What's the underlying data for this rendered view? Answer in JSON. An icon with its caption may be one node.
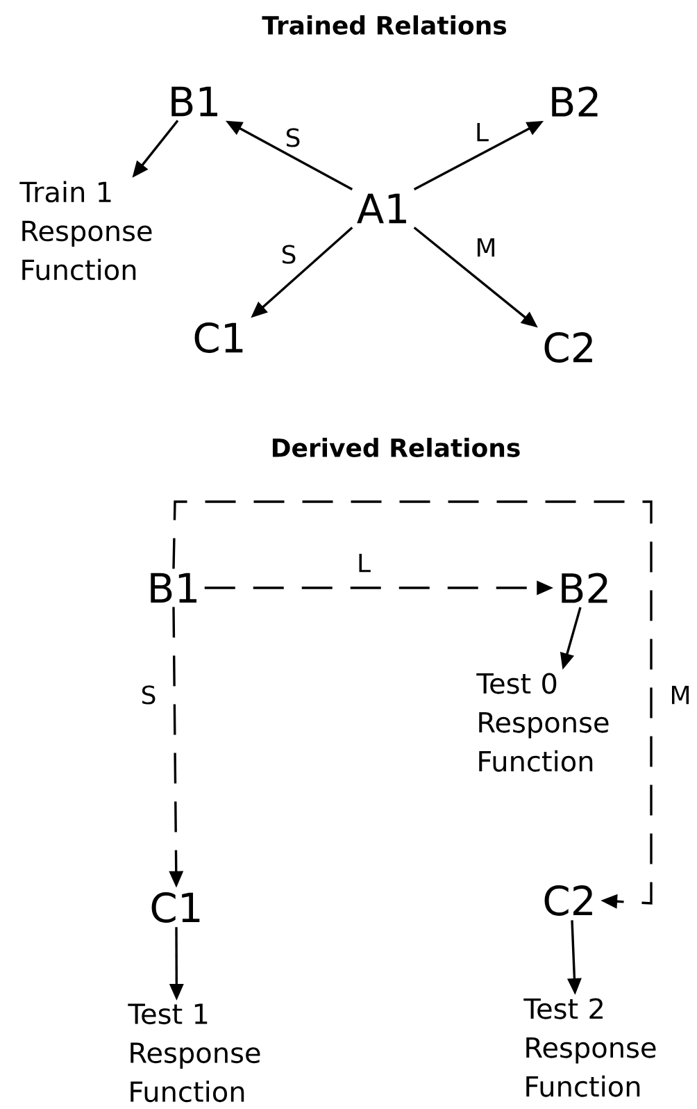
{
  "diagram": {
    "nodes": [
      {
        "text": [
          "B1"
        ]
      },
      {
        "text": [
          "B2"
        ]
      },
      {
        "text": [
          "A1"
        ]
      },
      {
        "text": [
          "Train 1 Response Function"
        ]
      },
      {
        "text": [
          "C1"
        ]
      },
      {
        "text": [
          "C2"
        ]
      },
      {
        "text": [
          "B1"
        ]
      },
      {
        "text": [
          "B2"
        ]
      },
      {
        "text": [
          "Test 0 Response Function"
        ]
      },
      {
        "text": [
          "C1"
        ]
      },
      {
        "text": [
          "C2"
        ]
      },
      {
        "text": [
          "Test 1 Response Function"
        ]
      },
      {
        "text": [
          "Test 2 Response Function"
        ]
      }
    ],
    "edges": [
      {
        "from": 2,
        "to": 0,
        "arrow": "to",
        "label": "S"
      },
      {
        "from": 2,
        "to": 1,
        "arrow": "to",
        "label": "L"
      },
      {
        "from": 2,
        "to": 4,
        "arrow": "to",
        "label": "S"
      },
      {
        "from": 2,
        "to": 5,
        "arrow": "to",
        "label": "M"
      },
      {
        "from": 0,
        "to": 3,
        "arrow": "to"
      },
      {
        "from": 6,
        "to": 7,
        "arrow": "to",
        "label": "L",
        "style": "dashed"
      },
      {
        "from": 7,
        "to": 8,
        "arrow": "to"
      },
      {
        "from": 6,
        "to": 9,
        "arrow": "to",
        "label": "S",
        "style": "dashed"
      },
      {
        "from": 6,
        "to": 10,
        "arrow": "to",
        "label": "M",
        "style": "dashed"
      },
      {
        "from": 9,
        "to": 11,
        "arrow": "to"
      },
      {
        "from": 10,
        "to": 12,
        "arrow": "to"
      }
    ],
    "labels": [
      "Trained Relations",
      "Derived Relations"
    ]
  }
}
